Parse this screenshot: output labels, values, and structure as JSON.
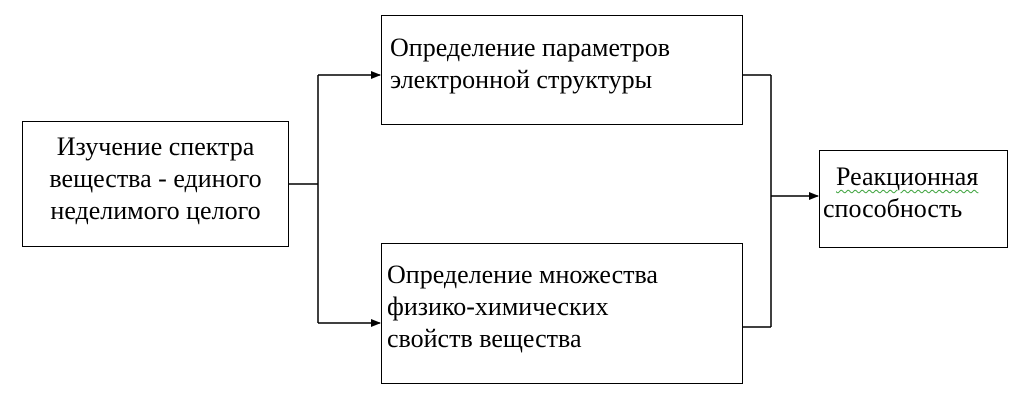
{
  "diagram": {
    "source": {
      "lines": [
        "Изучение спектра",
        "вещества - единого",
        "неделимого целого"
      ]
    },
    "electronic": {
      "lines": [
        "Определение параметров",
        "электронной структуры"
      ]
    },
    "physchem": {
      "lines": [
        "Определение множества",
        "физико-химических",
        "свойств вещества"
      ]
    },
    "reactivity": {
      "lines": [
        "Реакционная",
        "способность"
      ]
    },
    "colors": {
      "stroke": "#000000",
      "spellcheck_underline": "#3aa13a"
    }
  }
}
